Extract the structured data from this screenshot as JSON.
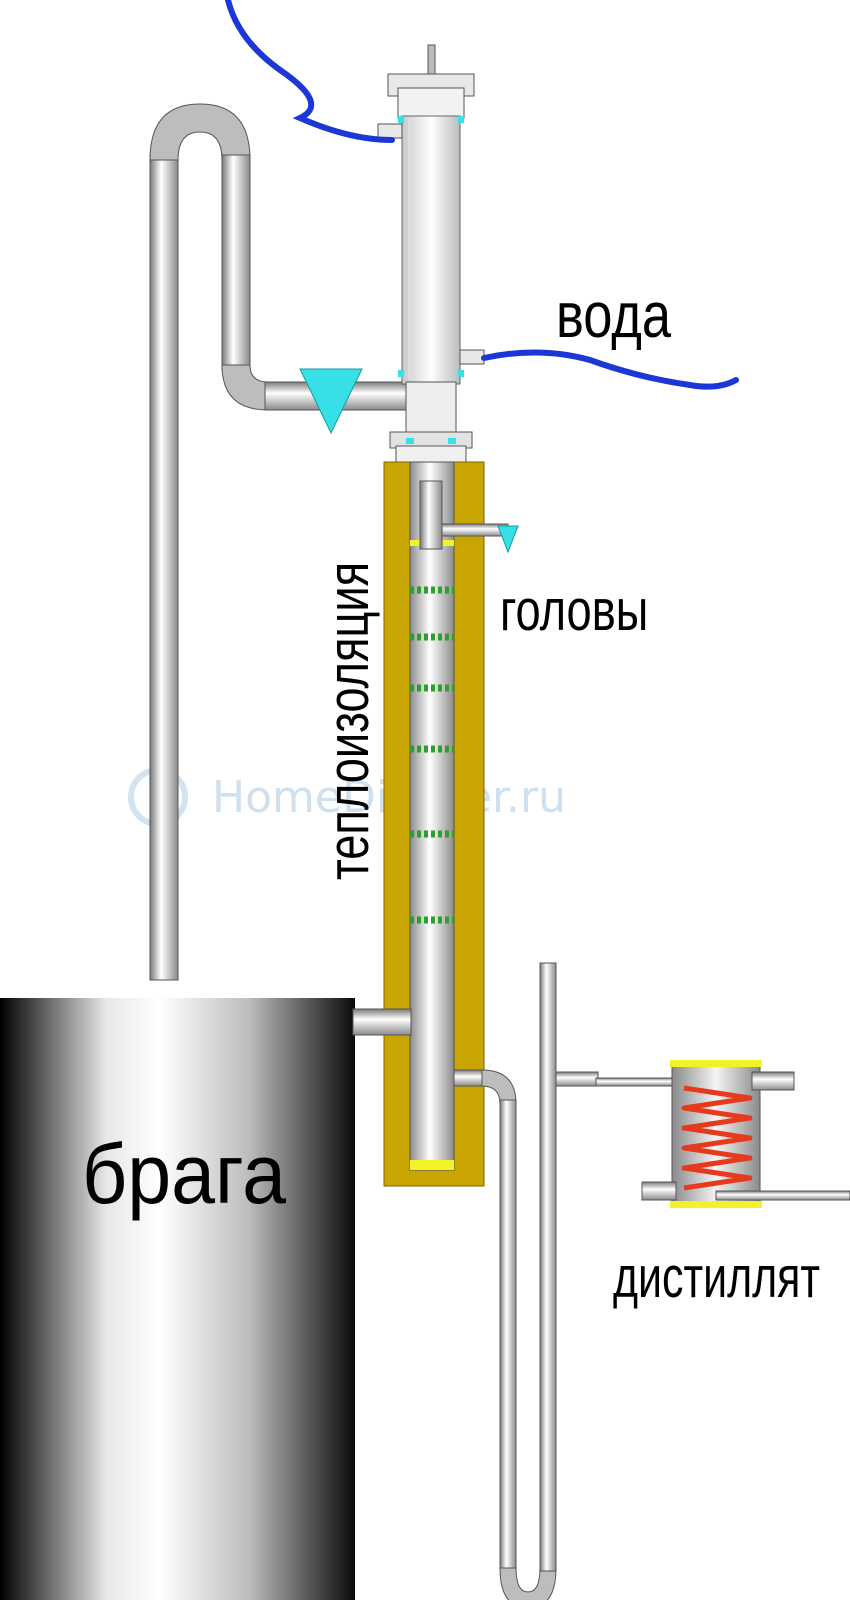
{
  "labels": {
    "water": "вода",
    "heads": "головы",
    "insulation": "теплоизоляция",
    "mash": "брага",
    "distillate": "дистиллят"
  },
  "watermark": "HomeDistiller.ru",
  "colors": {
    "water_hose": "#1d36d6",
    "insulation": "#c8a500",
    "valve": "#36e0e6",
    "packing_ring": "#2e9e2e",
    "end_cap": "#f2f22a",
    "coil": "#e63a1e"
  }
}
